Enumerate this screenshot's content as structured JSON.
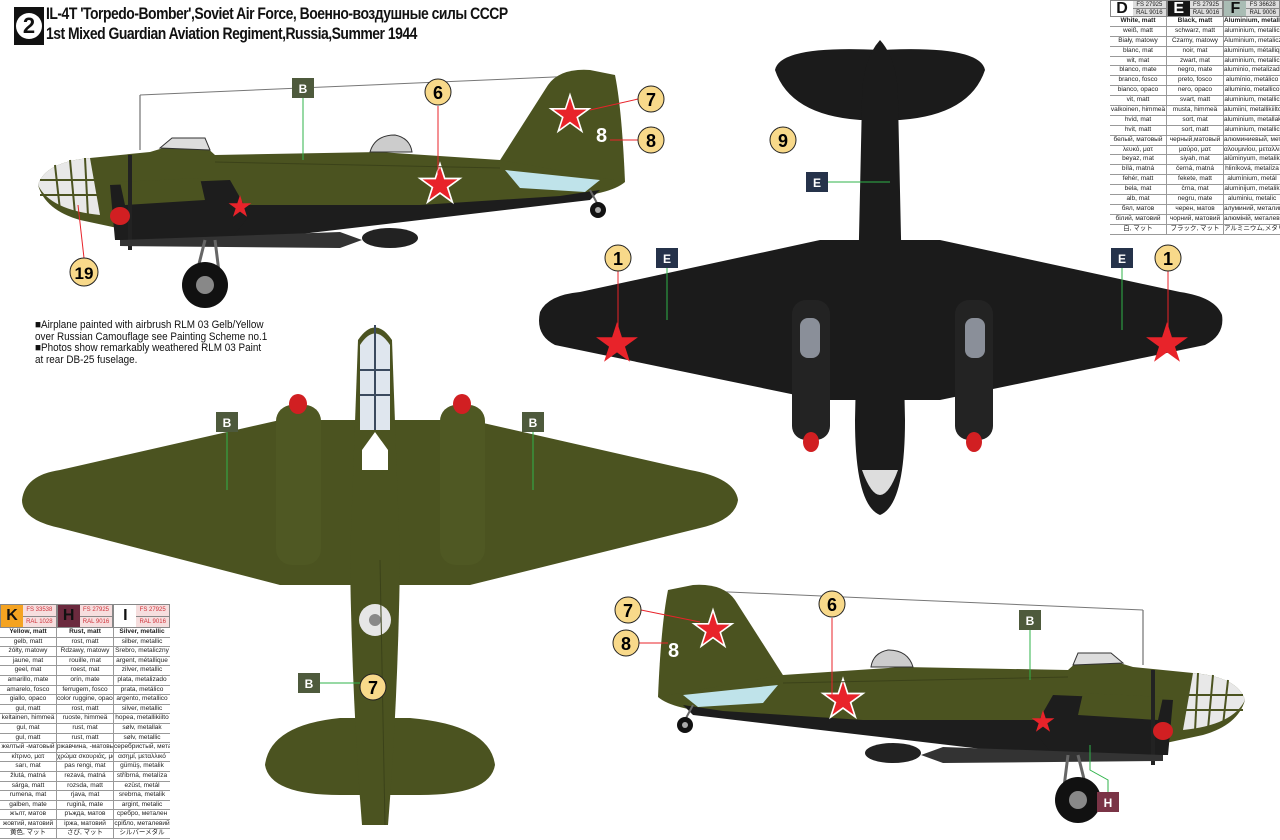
{
  "header": {
    "badge": "2",
    "line1": "IL-4T 'Torpedo-Bomber',Soviet Air Force, Военно-воздушные силы СССР",
    "line2": "1st Mixed Guardian Aviation Regiment,Russia,Summer 1944"
  },
  "notes": [
    "■Airplane painted with airbrush RLM 03 Gelb/Yellow",
    "over Russian Camouflage see Painting Scheme no.1",
    "■Photos show remarkably weathered RLM 03 Paint",
    "at rear DB-25 fuselage."
  ],
  "callouts": {
    "b": "B",
    "e": "E",
    "h": "H",
    "n1": "1",
    "n6": "6",
    "n7": "7",
    "n8": "8",
    "n9": "9",
    "n19": "19"
  },
  "colors": {
    "olive": "#4b5320",
    "black": "#1b1b1b",
    "star_red": "#e8232a",
    "callout_yellow": "#f8d98a",
    "box_green": "#4e5a3c",
    "box_navy": "#25324a",
    "box_rust": "#7a3446"
  },
  "table_top_right": {
    "columns": [
      {
        "letter": "D",
        "fs": "FS 27925",
        "ral": "RAL 9016",
        "swatch": "#ffffff",
        "letter_color": "#111111"
      },
      {
        "letter": "E",
        "fs": "FS 27925",
        "ral": "RAL 9016",
        "swatch": "#161616",
        "letter_color": "#ffffff"
      },
      {
        "letter": "F",
        "fs": "FS 36628",
        "ral": "RAL 9006",
        "swatch": "#a9bcb4",
        "letter_color": "#111111"
      }
    ],
    "rows": [
      [
        "White, matt",
        "Black, matt",
        "Aluminium, metallic"
      ],
      [
        "weiß, matt",
        "schwarz, matt",
        "aluminium, metallic"
      ],
      [
        "Biały, matowy",
        "Czarny, matowy",
        "Aluminium, metaliczny"
      ],
      [
        "blanc, mat",
        "noir, mat",
        "aluminium, métallique"
      ],
      [
        "wit, mat",
        "zwart, mat",
        "aluminium, metallic"
      ],
      [
        "blanco, mate",
        "negro, mate",
        "aluminio, metalizado"
      ],
      [
        "branco, fosco",
        "preto, fosco",
        "alumínio, metálico"
      ],
      [
        "bianco, opaco",
        "nero, opaco",
        "alluminio, metallico"
      ],
      [
        "vit, matt",
        "svart, matt",
        "aluminium, metallic"
      ],
      [
        "valkoinen, himmeä",
        "musta, himmeä",
        "alumiini, metallikiilto"
      ],
      [
        "hvid, mat",
        "sort, mat",
        "aluminium, metallak"
      ],
      [
        "hvit, matt",
        "sort, matt",
        "aluminium, metallic"
      ],
      [
        "белый, матовый",
        "черный,матовый",
        "алюминиевый, металлик"
      ],
      [
        "λευκό, ματ",
        "μαύρο, ματ",
        "αλουμινίου, μεταλλικό"
      ],
      [
        "beyaz, mat",
        "siyah, mat",
        "alüminyum, metalik"
      ],
      [
        "bílá, matná",
        "černá, matná",
        "hliníková, metalíza"
      ],
      [
        "fehér, matt",
        "fekete, matt",
        "alumínium, metál"
      ],
      [
        "bela, mat",
        "črna, mat",
        "aluminijum, metalik"
      ],
      [
        "alb, mat",
        "negru, mate",
        "aluminiu, metalic"
      ],
      [
        "бял, матов",
        "черен, матов",
        "алуминий, металик"
      ],
      [
        "білий, матовий",
        "чорний, матовий",
        "алюміній, металевий"
      ],
      [
        "白, マット",
        "ブラック, マット",
        "アルミニウム,メタリック"
      ]
    ]
  },
  "table_bottom_left": {
    "columns": [
      {
        "letter": "K",
        "fs": "FS 33538",
        "ral": "RAL 1028",
        "swatch": "#f4a321",
        "letter_color": "#111111"
      },
      {
        "letter": "H",
        "fs": "FS 27925",
        "ral": "RAL 9016",
        "swatch": "#6b2a3e",
        "letter_color": "#111111"
      },
      {
        "letter": "I",
        "fs": "FS 27925",
        "ral": "RAL 9016",
        "swatch": "#ffffff",
        "letter_color": "#111111"
      }
    ],
    "rows": [
      [
        "Yellow, matt",
        "Rust, matt",
        "Silver, metallic"
      ],
      [
        "gelb, matt",
        "rost, matt",
        "silber, metallic"
      ],
      [
        "żółty, matowy",
        "Rdzawy, matowy",
        "Srebro, metaliczny"
      ],
      [
        "jaune, mat",
        "rouille, mat",
        "argent, métallique"
      ],
      [
        "geel, mat",
        "roest, mat",
        "zilver, metallic"
      ],
      [
        "amarillo, mate",
        "orín, mate",
        "plata, metalizado"
      ],
      [
        "amarelo, fosco",
        "ferrugem, fosco",
        "prata, metálico"
      ],
      [
        "giallo, opaco",
        "color ruggine, opaco",
        "argento, metallico"
      ],
      [
        "gul, matt",
        "rost, matt",
        "silver, metallic"
      ],
      [
        "keltainen, himmeä",
        "ruoste, himmeä",
        "hopea, metallikiilto"
      ],
      [
        "gul, mat",
        "rust, mat",
        "sølv, metallak"
      ],
      [
        "gul, matt",
        "rust, matt",
        "sølv, metallic"
      ],
      [
        "желтый -матовый",
        "ржавчина, -матовый",
        "серебристый, металлик"
      ],
      [
        "κίτρινο, ματ",
        "χρώμα σκουριάς, ματ",
        "ασημί, μεταλλικό"
      ],
      [
        "sarı, mat",
        "pas rengi, mat",
        "gümüş, metalik"
      ],
      [
        "žlutá, matná",
        "rezavá, matná",
        "stříbrná, metalíza"
      ],
      [
        "sárga, matt",
        "rozsda, matt",
        "ezüst, metál"
      ],
      [
        "rumena, mat",
        "rjava, mat",
        "srebrna, metalik"
      ],
      [
        "galben, mate",
        "ruginā, mate",
        "argint, metalic"
      ],
      [
        "жълт, матов",
        "ръжда, матов",
        "сребро, метален"
      ],
      [
        "жовтий, матовий",
        "іржа, матовий",
        "срібло, металевий"
      ],
      [
        "黄色, マット",
        "さび, マット",
        "シルバーメタル"
      ]
    ]
  }
}
